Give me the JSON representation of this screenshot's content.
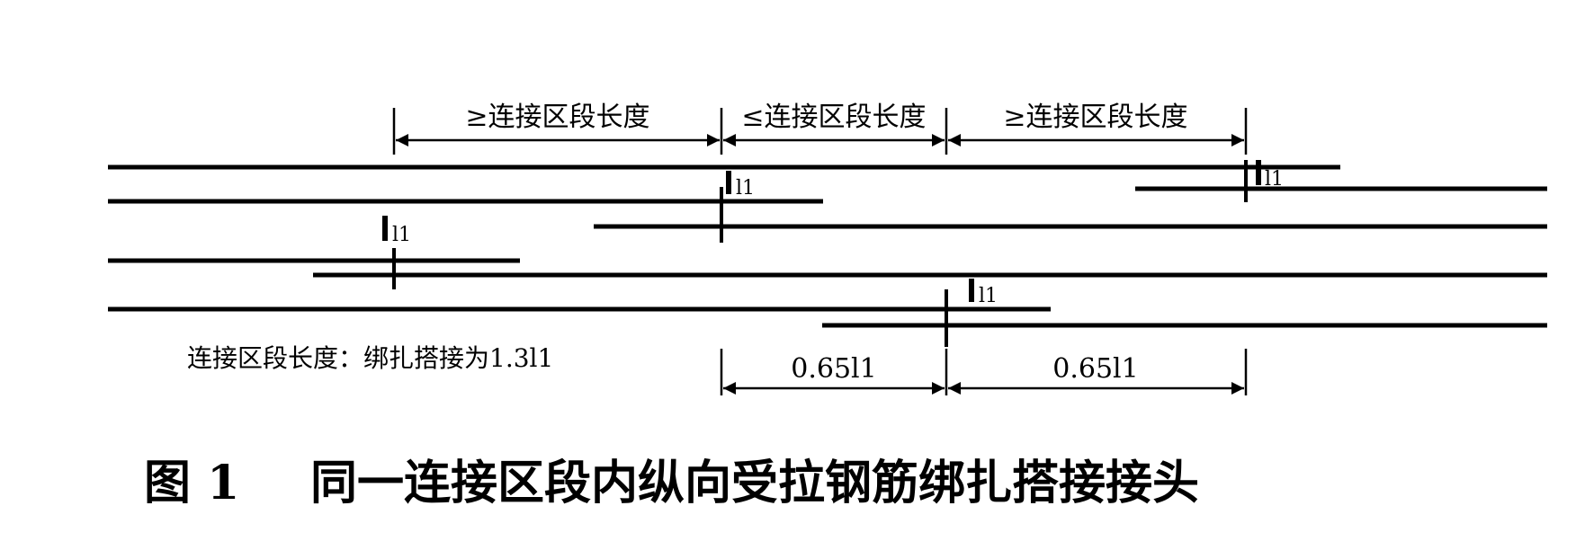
{
  "dimensions": {
    "top": [
      "≥连接区段长度",
      "≤连接区段长度",
      "≥连接区段长度"
    ],
    "bottom": [
      "0.65l1",
      "0.65l1"
    ]
  },
  "lap_labels": [
    "l1",
    "l1",
    "l1",
    "l1"
  ],
  "note": "连接区段长度：绑扎搭接为1.3l1",
  "caption": {
    "figure_no": "图 1",
    "title": "同一连接区段内纵向受拉钢筋绑扎搭接接头"
  }
}
